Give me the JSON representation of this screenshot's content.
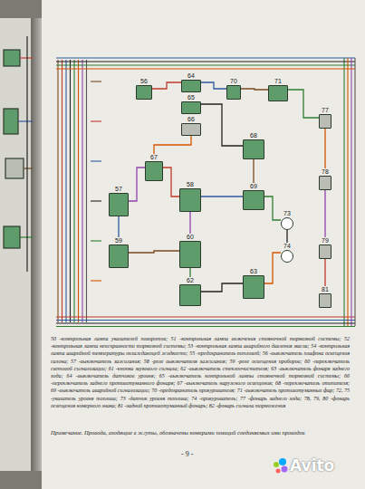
{
  "diagram": {
    "nodes": [
      {
        "text": [
          "56"
        ]
      },
      {
        "text": [
          "64"
        ]
      },
      {
        "text": [
          "65"
        ]
      },
      {
        "text": [
          "66"
        ]
      },
      {
        "text": [
          "70"
        ]
      },
      {
        "text": [
          "71"
        ]
      },
      {
        "text": [
          "77"
        ]
      },
      {
        "text": [
          "68"
        ]
      },
      {
        "text": [
          "67"
        ]
      },
      {
        "text": [
          "57"
        ]
      },
      {
        "text": [
          "58"
        ]
      },
      {
        "text": [
          "69"
        ]
      },
      {
        "text": [
          "73"
        ]
      },
      {
        "text": [
          "74"
        ]
      },
      {
        "text": [
          "78"
        ]
      },
      {
        "text": [
          "59"
        ]
      },
      {
        "text": [
          "60"
        ]
      },
      {
        "text": [
          "62"
        ]
      },
      {
        "text": [
          "63"
        ]
      },
      {
        "text": [
          "79"
        ]
      },
      {
        "text": [
          "81"
        ]
      }
    ],
    "edges": [
      {
        "from": 0,
        "to": 1,
        "arrow": "none"
      },
      {
        "from": 1,
        "to": 4,
        "arrow": "none"
      },
      {
        "from": 4,
        "to": 5,
        "arrow": "none"
      },
      {
        "from": 5,
        "to": 6,
        "arrow": "none"
      },
      {
        "from": 2,
        "to": 7,
        "arrow": "none"
      },
      {
        "from": 3,
        "to": 8,
        "arrow": "none"
      },
      {
        "from": 8,
        "to": 9,
        "arrow": "none"
      },
      {
        "from": 8,
        "to": 10,
        "arrow": "none"
      },
      {
        "from": 10,
        "to": 11,
        "arrow": "none"
      },
      {
        "from": 7,
        "to": 11,
        "arrow": "none"
      },
      {
        "from": 11,
        "to": 12,
        "arrow": "none"
      },
      {
        "from": 12,
        "to": 13,
        "arrow": "none"
      },
      {
        "from": 6,
        "to": 14,
        "arrow": "none"
      },
      {
        "from": 14,
        "to": 19,
        "arrow": "none"
      },
      {
        "from": 19,
        "to": 20,
        "arrow": "none"
      },
      {
        "from": 9,
        "to": 15,
        "arrow": "none"
      },
      {
        "from": 15,
        "to": 16,
        "arrow": "none"
      },
      {
        "from": 16,
        "to": 17,
        "arrow": "none"
      },
      {
        "from": 17,
        "to": 18,
        "arrow": "none"
      },
      {
        "from": 18,
        "to": 13,
        "arrow": "none"
      },
      {
        "from": 10,
        "to": 16,
        "arrow": "none"
      }
    ],
    "labels": [
      "50 -контрольная лампа указателей поворотов; 51 -контрольная лампа включения стояночной тормозной системы; 52 -контрольная лампа неисправности тормозной системы; 53 -контрольная лампа аварийного давления масла; 54 -контрольная лампа аварийной температуры охлаждающей жидкости; 55 -предохранитель тепловой; 56 -выключатель плафона освещения салона; 57 -выключатель зажигания; 58 -реле выключателя зажигания; 59 -реле освещения приборов; 60 -переключатель световой сигнализации; 61 -кнопка звукового сигнала; 62 -выключатель стеклоочистителя; 63 -выключатель фонаря заднего хода; 64 -выключатель датчиков уровня; 65 -выключатель контрольной лампы стояночной тормозной системы; 66 -переключатель заднего противотуманного фонаря; 67 -выключатель наружного освещения; 68 -переключатель отопителя; 69 -выключатель аварийной сигнализации; 70 -предохранитель прикуривателя; 71 -выключатель противотуманных фар; 72, 75 -указатель уровня топлива; 73 -датчик уровня топлива; 74 -прикуриватель; 77 -фонарь заднего хода; 78, 79, 80 -фонарь освещения номерного знака; 81 -задний противотуманный фонарь; 82 -фонарь сигнала торможения",
      "Примечание. Провода, входящие в жгуты, обозначены номерами позиций соединяемых ими проводов",
      "- 9 -",
      "Avito"
    ]
  }
}
